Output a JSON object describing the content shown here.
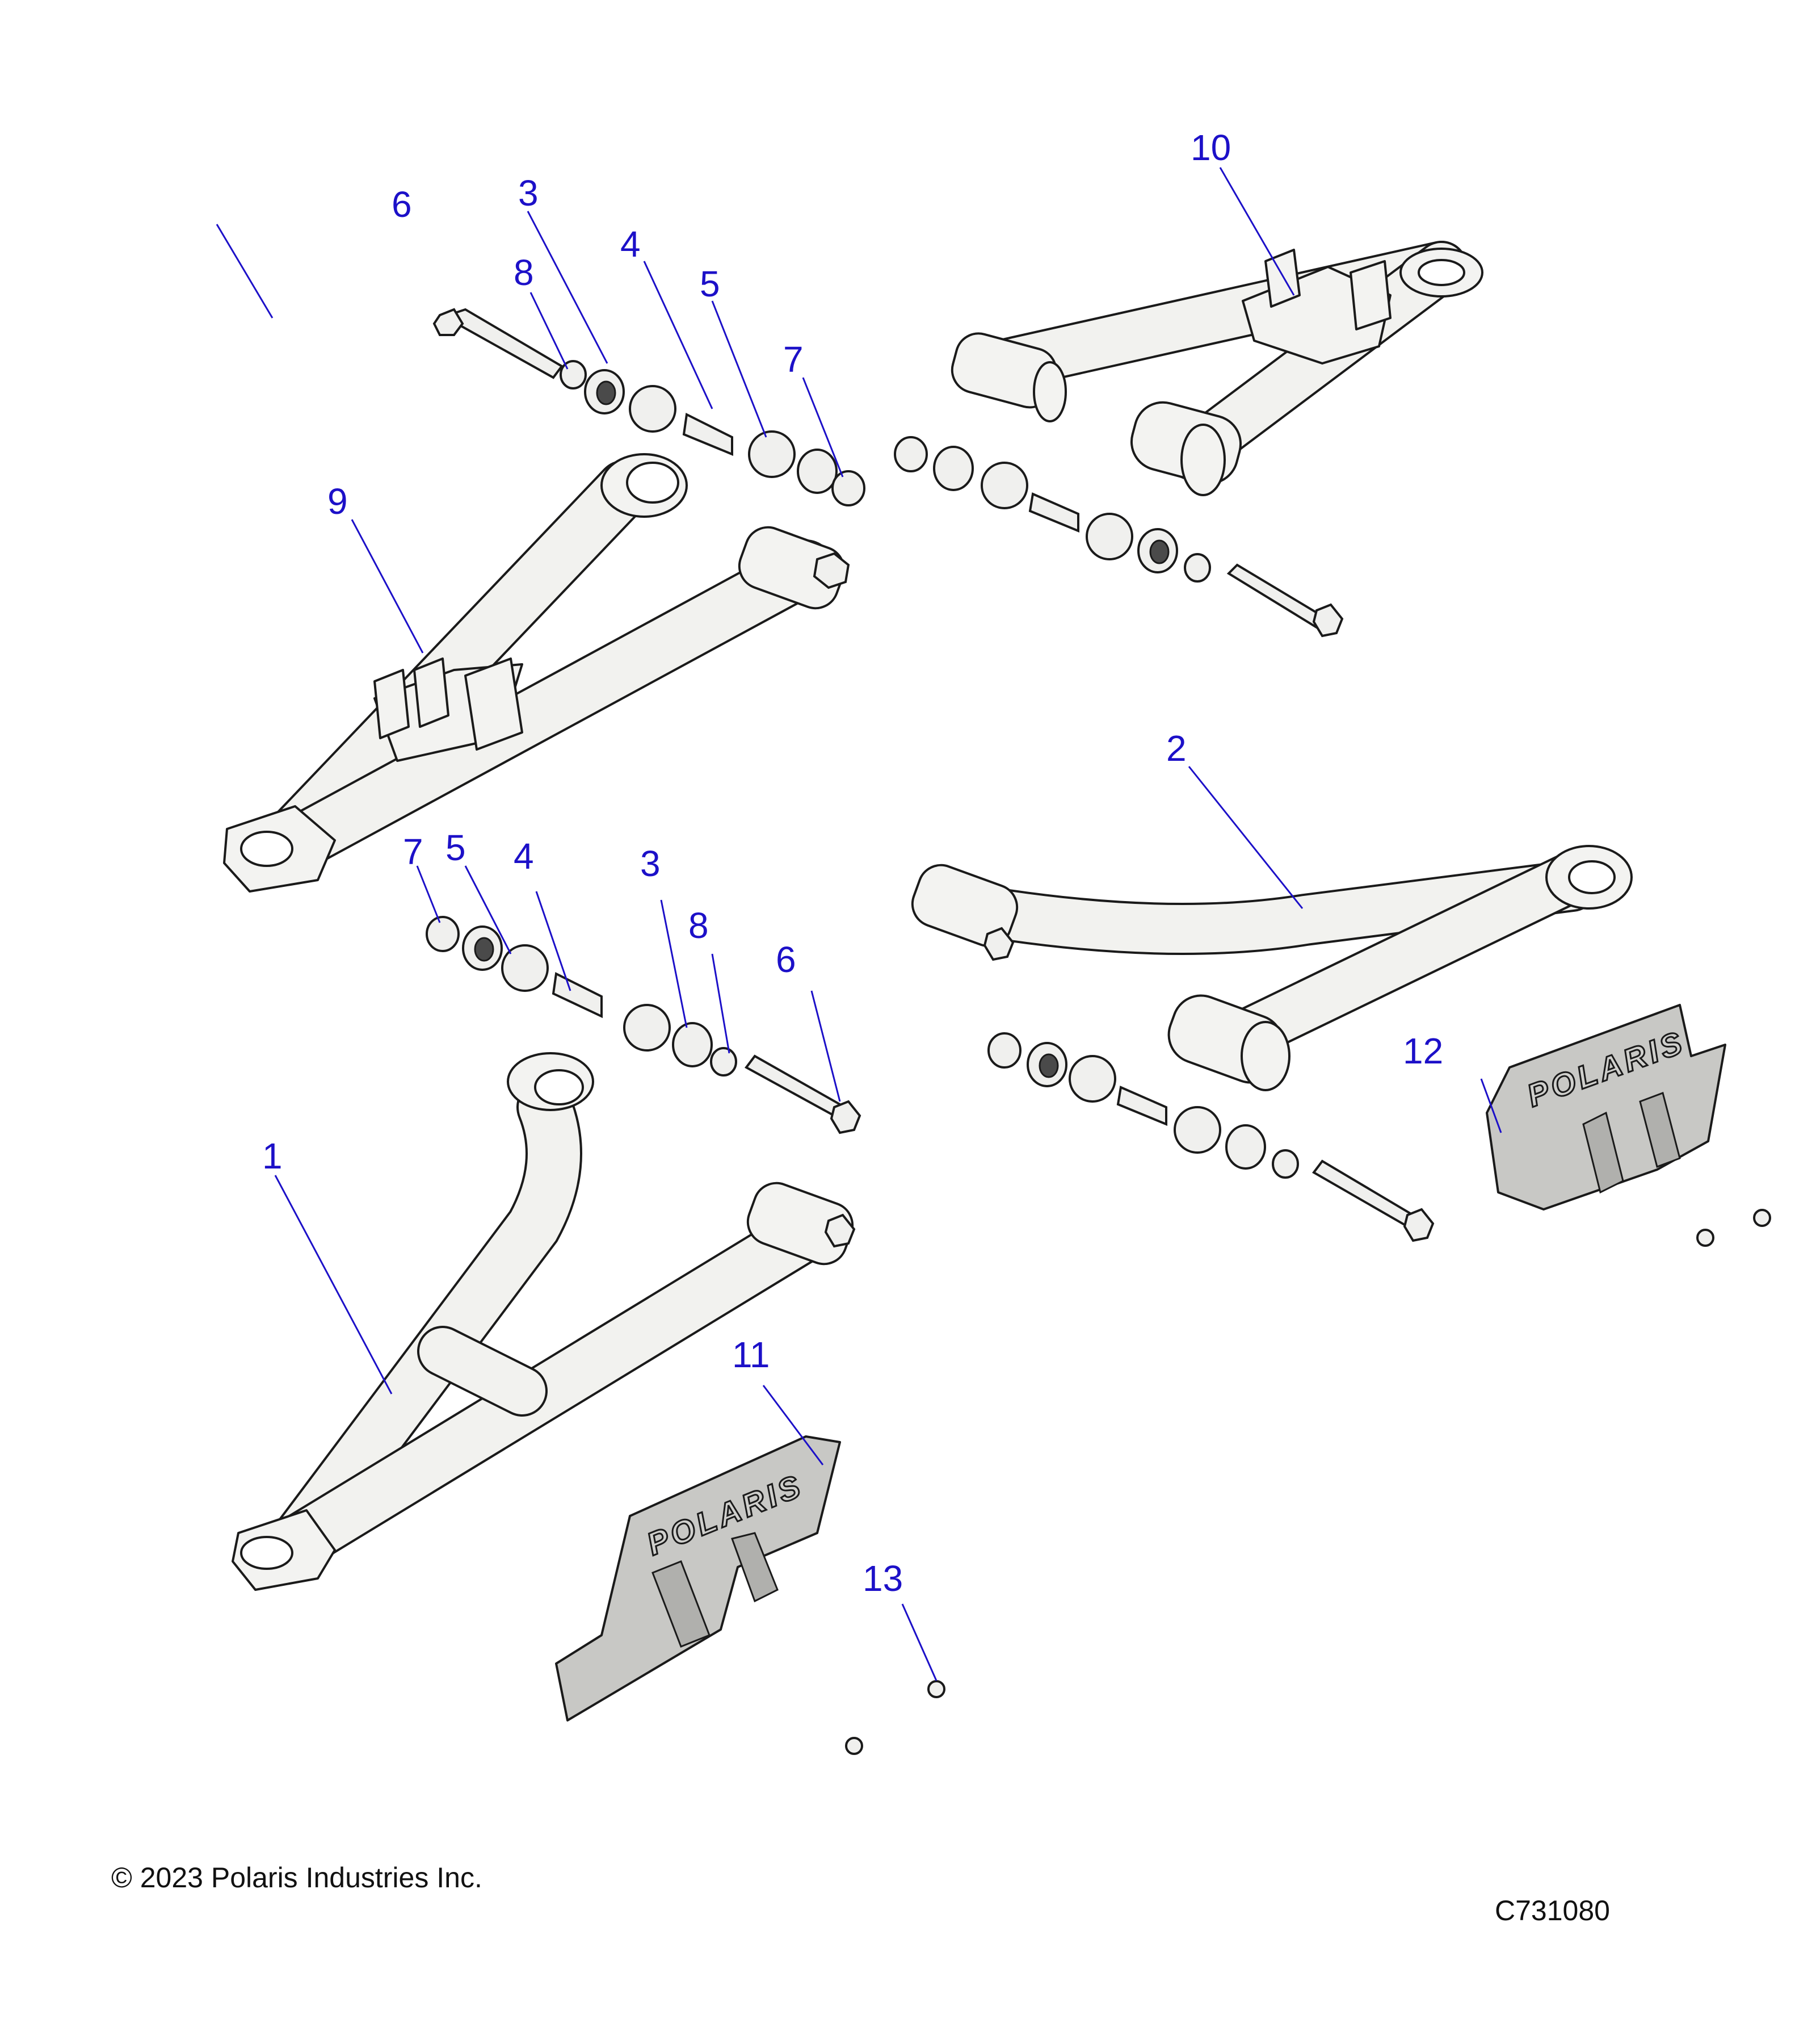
{
  "diagram": {
    "callouts": {
      "c1": "1",
      "c2": "2",
      "c3a": "3",
      "c3b": "3",
      "c4a": "4",
      "c4b": "4",
      "c5a": "5",
      "c5b": "5",
      "c6a": "6",
      "c6b": "6",
      "c7a": "7",
      "c7b": "7",
      "c8a": "8",
      "c8b": "8",
      "c9": "9",
      "c10": "10",
      "c11": "11",
      "c12": "12",
      "c13": "13"
    },
    "guard_branding": "POLARIS",
    "callout_color": "#1c10c8"
  },
  "footer": {
    "copyright": "© 2023 Polaris Industries Inc.",
    "drawing_number": "C731080"
  }
}
